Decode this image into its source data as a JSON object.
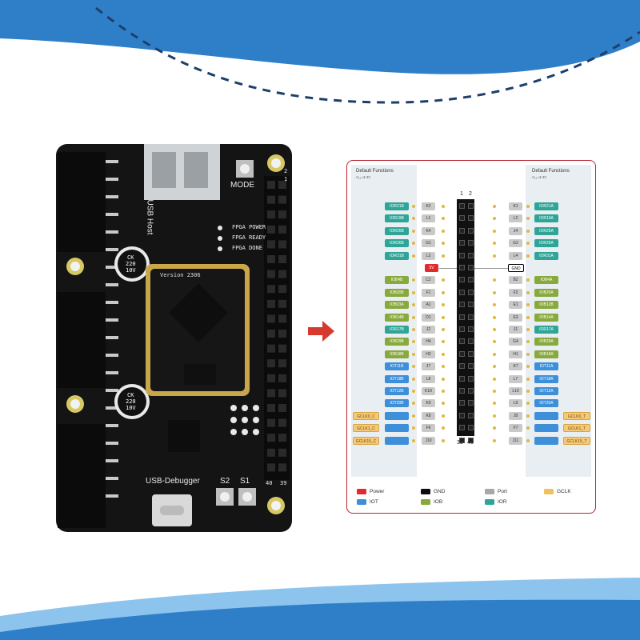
{
  "colors": {
    "banner_blue": "#2f7fc8",
    "banner_light": "#8cc4ee",
    "card_border": "#b9262e",
    "arrow": "#d63a2e",
    "board": "#141414",
    "power": "#e02b2b",
    "gnd": "#0a0a14",
    "port": "#a8a8a8",
    "gclk": "#f0c060",
    "iot": "#3d8fd9",
    "iob": "#88a93c",
    "ior": "#2fa597"
  },
  "board": {
    "usb_host_label": "USB Host",
    "usb_debugger_label": "USB-Debugger",
    "mode_label": "MODE",
    "s2_label": "S2",
    "s1_label": "S1",
    "version_label": "Version 2306",
    "status_labels": [
      "FPGA POWER",
      "FPGA READY",
      "FPGA DONE"
    ],
    "cap1": [
      "CK",
      "220",
      "10V"
    ],
    "cap2": [
      "CK",
      "220",
      "10V"
    ],
    "pin1_label": "1",
    "pin2_label": "2",
    "pin39_label": "39",
    "pin40_label": "40"
  },
  "pinout": {
    "left_title": "Default Functions",
    "left_sub": "V₁₂=3.3V",
    "right_title": "Default Functions",
    "right_sub": "V₁₂=3.3V",
    "top_nums": [
      "1",
      "2"
    ],
    "bottom_nums": [
      "39",
      "40"
    ],
    "rows": [
      {
        "lf": "IOR21B",
        "lt": "ior",
        "lp": "K2",
        "rp": "K1",
        "rf": "IOR21A",
        "rt": "ior"
      },
      {
        "lf": "IOR19B",
        "lt": "ior",
        "lp": "L1",
        "rp": "L2",
        "rf": "IOR19A",
        "rt": "ior"
      },
      {
        "lf": "IOR25B",
        "lt": "ior",
        "lp": "K4",
        "rp": "J4",
        "rf": "IOR25A",
        "rt": "ior"
      },
      {
        "lf": "IOR26B",
        "lt": "ior",
        "lp": "G1",
        "rp": "G2",
        "rf": "IOR26A",
        "rt": "ior"
      },
      {
        "lf": "IOR31B",
        "lt": "ior",
        "lp": "L3",
        "rp": "L4",
        "rf": "IOR31A",
        "rt": "ior"
      },
      {
        "lf": "",
        "lt": "",
        "lp": "5V",
        "rp": "GND",
        "rf": "",
        "rt": "",
        "special": true
      },
      {
        "lf": "IOB4B",
        "lt": "iob",
        "lp": "C2",
        "rp": "B2",
        "rf": "IOB4A",
        "rt": "iob"
      },
      {
        "lf": "IOB20B",
        "lt": "iob",
        "lp": "F1",
        "rp": "F2",
        "rf": "IOB20A",
        "rt": "iob"
      },
      {
        "lf": "IOB23A",
        "lt": "iob",
        "lp": "A1",
        "rp": "E1",
        "rf": "IOB12B",
        "rt": "iob"
      },
      {
        "lf": "IOB14B",
        "lt": "iob",
        "lp": "D1",
        "rp": "E3",
        "rf": "IOB14A",
        "rt": "iob"
      },
      {
        "lf": "IOR17B",
        "lt": "ior",
        "lp": "J2",
        "rp": "J1",
        "rf": "IOR17A",
        "rt": "ior"
      },
      {
        "lf": "IOB29B",
        "lt": "iob",
        "lp": "H4",
        "rp": "G4",
        "rf": "IOB29A",
        "rt": "iob"
      },
      {
        "lf": "IOB18B",
        "lt": "iob",
        "lp": "H2",
        "rp": "H1",
        "rf": "IOB18A",
        "rt": "iob"
      },
      {
        "lf": "IOT11B",
        "lt": "iot",
        "lp": "J7",
        "rp": "K7",
        "rf": "IOT11A",
        "rt": "iot"
      },
      {
        "lf": "IOT18B",
        "lt": "iot",
        "lp": "L8",
        "rp": "L7",
        "rf": "IOT18A",
        "rt": "iot"
      },
      {
        "lf": "IOT12B",
        "lt": "iot",
        "lp": "K10",
        "rp": "L10",
        "rf": "IOT12A",
        "rt": "iot"
      },
      {
        "lf": "IOT20B",
        "lt": "iot",
        "lp": "K9",
        "rp": "L9",
        "rf": "IOT20A",
        "rt": "iot"
      },
      {
        "lf": "GCLK0_C",
        "lt": "iot",
        "lp": "K8",
        "rp": "J8",
        "rf": "GCLK0_T",
        "rt": "iot",
        "lgc": "GCLK0_C",
        "rgc": "GCLK0_T"
      },
      {
        "lf": "GCLK1_C",
        "lt": "iot",
        "lp": "F6",
        "rp": "F7",
        "rf": "GCLK1_T",
        "rt": "iot",
        "lgc": "GCLK1_C",
        "rgc": "GCLK1_T"
      },
      {
        "lf": "GCLK15_C",
        "lt": "iot",
        "lp": "J10",
        "rp": "J11",
        "rf": "GCLK15_T",
        "rt": "iot",
        "lgc": "GCLK15_C",
        "rgc": "GCLK15_T"
      }
    ],
    "legend": [
      {
        "label": "Power",
        "color": "#e02b2b"
      },
      {
        "label": "GND",
        "color": "#0a0a14"
      },
      {
        "label": "Port",
        "color": "#a8a8a8"
      },
      {
        "label": "GCLK",
        "color": "#f0c060"
      },
      {
        "label": "IOT",
        "color": "#3d8fd9"
      },
      {
        "label": "IOB",
        "color": "#88a93c"
      },
      {
        "label": "IOR",
        "color": "#2fa597"
      }
    ]
  }
}
